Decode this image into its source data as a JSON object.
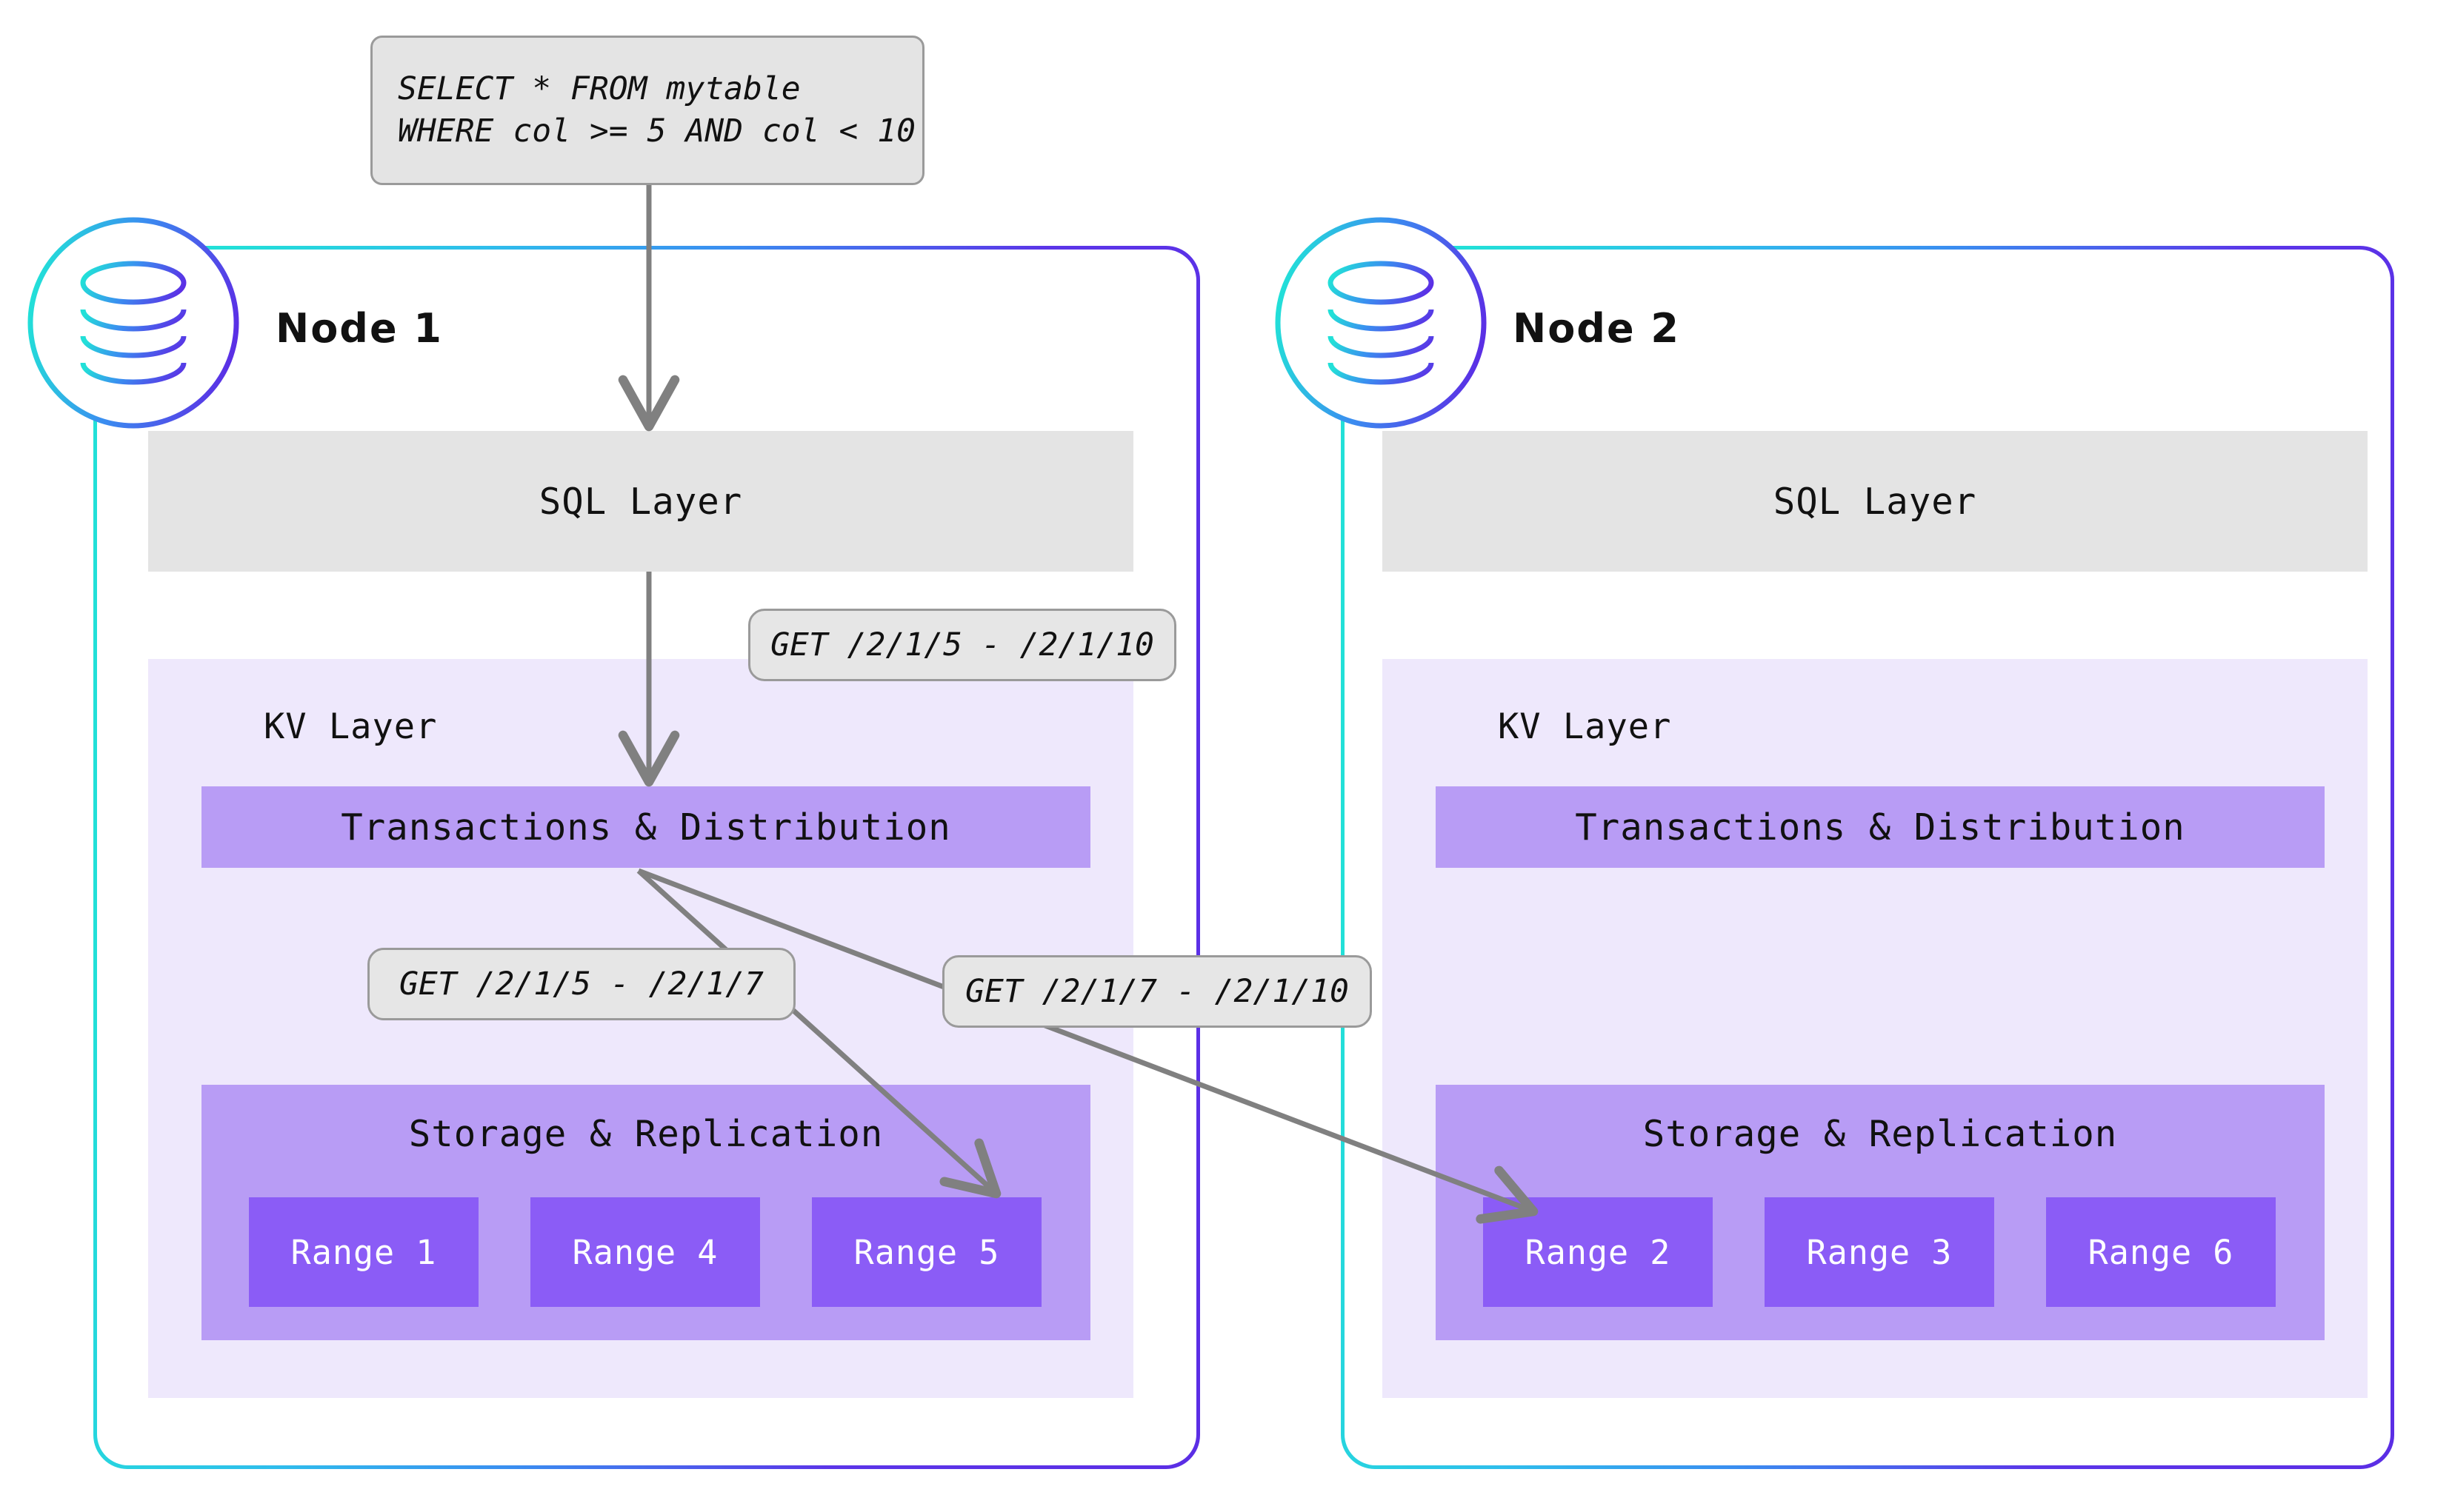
{
  "query_box": {
    "name": "sql-query",
    "lines": [
      "SELECT * FROM mytable",
      "WHERE col >= 5 AND col < 10"
    ]
  },
  "callouts": {
    "kv_request": "GET /2/1/5 - /2/1/10",
    "range_local": "GET /2/1/5 - /2/1/7",
    "range_remote": "GET /2/1/7 - /2/1/10"
  },
  "layers": {
    "sql_label": "SQL Layer",
    "kv_label": "KV Layer",
    "txn_label": "Transactions & Distribution",
    "storage_label": "Storage & Replication"
  },
  "nodes": [
    {
      "title": "Node 1",
      "icon": "database-icon",
      "sql_label": "SQL Layer",
      "kv_label": "KV Layer",
      "txn_label": "Transactions & Distribution",
      "storage_label": "Storage & Replication",
      "ranges": [
        "Range 1",
        "Range 4",
        "Range 5"
      ]
    },
    {
      "title": "Node 2",
      "icon": "database-icon",
      "sql_label": "SQL Layer",
      "kv_label": "KV Layer",
      "txn_label": "Transactions & Distribution",
      "storage_label": "Storage & Replication",
      "ranges": [
        "Range 2",
        "Range 3",
        "Range 6"
      ]
    }
  ],
  "colors": {
    "gradient_start": "#22e0d8",
    "gradient_end": "#5b2ee5",
    "sql_bar": "#e4e4e4",
    "kv_panel": "#eee8fc",
    "txn_bar": "#b89cf5",
    "storage_panel": "#b89cf5",
    "range_box": "#8b5cf6",
    "arrow": "#808080",
    "bubble_bg": "#e6e6e6",
    "bubble_border": "#9a9a9a"
  }
}
